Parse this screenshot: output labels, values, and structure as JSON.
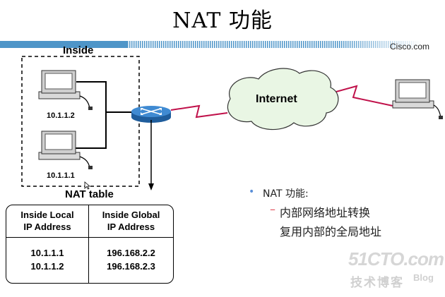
{
  "title": "NAT  功能",
  "brand": "Cisco.com",
  "inside_label": "Inside",
  "pcs": [
    {
      "ip": "10.1.1.2"
    },
    {
      "ip": "10.1.1.1"
    }
  ],
  "nat_table_label": "NAT table",
  "internet_label": "Internet",
  "nat_table": {
    "headers": [
      [
        "Inside Local",
        "IP Address"
      ],
      [
        "Inside Global",
        "IP Address"
      ]
    ],
    "rows": [
      [
        "10.1.1.1",
        "196.168.2.2"
      ],
      [
        "10.1.1.2",
        "196.168.2.3"
      ]
    ]
  },
  "bullets": {
    "main": "NAT 功能:",
    "sub_lines": [
      "内部网络地址转换",
      "复用内部的全局地址"
    ]
  },
  "watermark": {
    "main": "51CTO.com",
    "sub": "技术博客",
    "blog": "Blog"
  },
  "colors": {
    "band": "#4e95c8",
    "link": "#c0114a",
    "router": "#2a6fb5",
    "cloud": "#e9f6e4"
  }
}
